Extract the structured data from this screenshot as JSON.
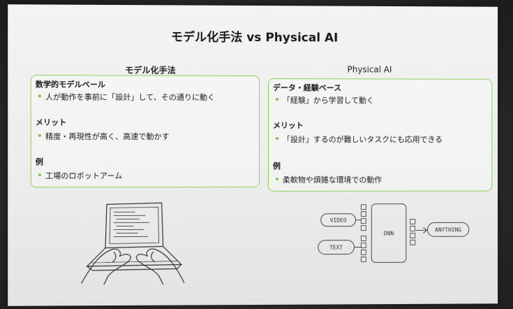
{
  "slide": {
    "title": "モデル化手法 vs Physical AI",
    "left": {
      "heading": "モデル化手法",
      "sections": [
        {
          "title": "数学的モデルベール",
          "bullet": "人が動作を事前に「設計」して、その通りに動く"
        },
        {
          "title": "メリット",
          "bullet": "精度・再現性が高く、高速で動かす"
        },
        {
          "title": "例",
          "bullet": "工場のロボットアーム"
        }
      ]
    },
    "right": {
      "heading": "Physical AI",
      "sections": [
        {
          "title": "データ・経験ベース",
          "bullet": "「経験」から学習して動く"
        },
        {
          "title": "メリット",
          "bullet": "「設計」するのが難しいタスクにも応用できる"
        },
        {
          "title": "例",
          "bullet": "柔軟物や煩雑な環境での動作"
        }
      ]
    },
    "diagram": {
      "inputs": [
        "VIDEO",
        "TEXT"
      ],
      "model": "DNN",
      "output": "ANYTHING"
    }
  },
  "colors": {
    "panel_border": "#8fcf5a",
    "bullet": "#7cc44a",
    "screen": "#efefef",
    "text": "#1a1a1a"
  }
}
